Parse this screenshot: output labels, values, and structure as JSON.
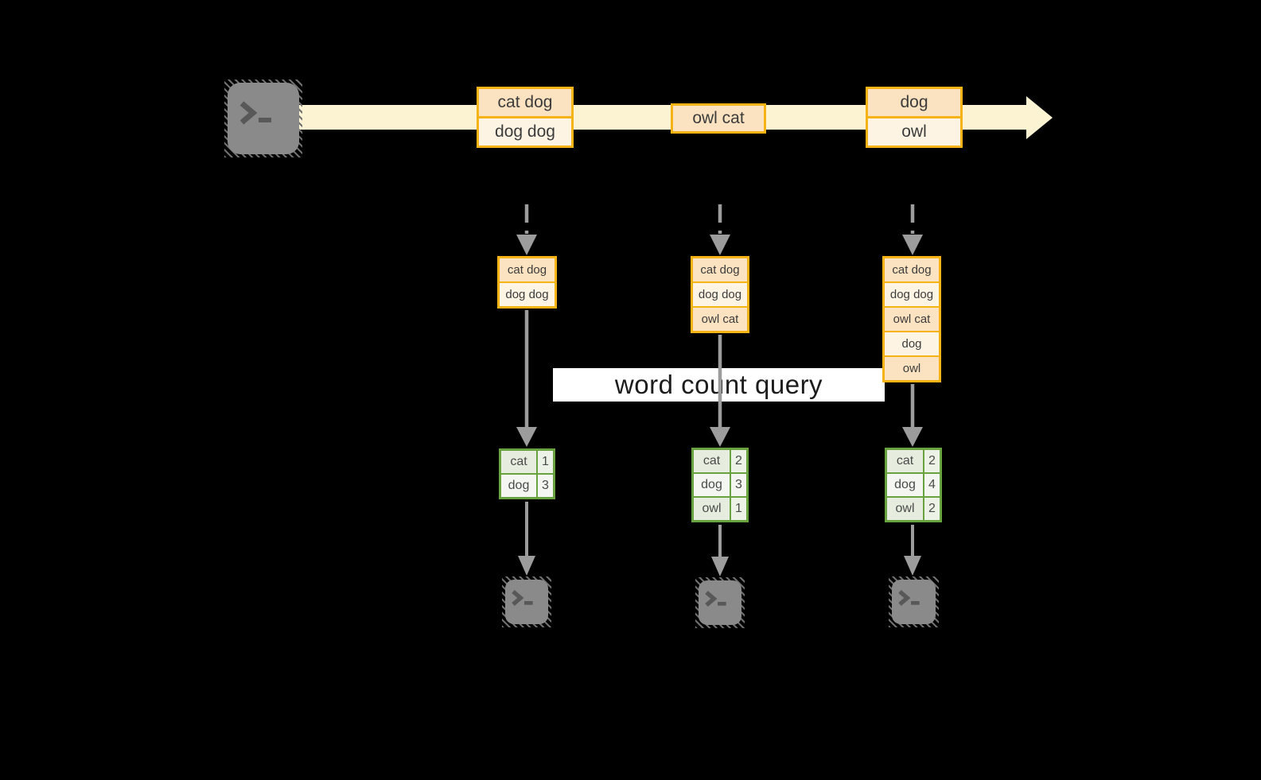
{
  "query_label": "word count query",
  "stream": {
    "source_icon": "terminal-icon",
    "batches": [
      {
        "lines": [
          "cat dog",
          "dog dog"
        ]
      },
      {
        "lines": [
          "owl cat"
        ]
      },
      {
        "lines": [
          "dog",
          "owl"
        ]
      }
    ]
  },
  "states": [
    {
      "lines": [
        "cat dog",
        "dog dog"
      ]
    },
    {
      "lines": [
        "cat dog",
        "dog dog",
        "owl cat"
      ]
    },
    {
      "lines": [
        "cat dog",
        "dog dog",
        "owl cat",
        "dog",
        "owl"
      ]
    }
  ],
  "counts": [
    {
      "rows": [
        [
          "cat",
          "1"
        ],
        [
          "dog",
          "3"
        ]
      ]
    },
    {
      "rows": [
        [
          "cat",
          "2"
        ],
        [
          "dog",
          "3"
        ],
        [
          "owl",
          "1"
        ]
      ]
    },
    {
      "rows": [
        [
          "cat",
          "2"
        ],
        [
          "dog",
          "4"
        ],
        [
          "owl",
          "2"
        ]
      ]
    }
  ],
  "sinks": [
    "terminal-icon",
    "terminal-icon",
    "terminal-icon"
  ],
  "colors": {
    "background": "#000000",
    "stream_band": "#fcf3d2",
    "box_border_gold": "#f5b315",
    "box_fill_peach": "#fbe2c0",
    "box_fill_cream": "#fef4e4",
    "table_border_green": "#69a340",
    "cell_fill_dark": "#e6edde",
    "cell_fill_light": "#f4f7f1",
    "arrow_gray": "#9c9c9c",
    "terminal_gray": "#8a8a8a",
    "label_bg": "#ffffff"
  }
}
